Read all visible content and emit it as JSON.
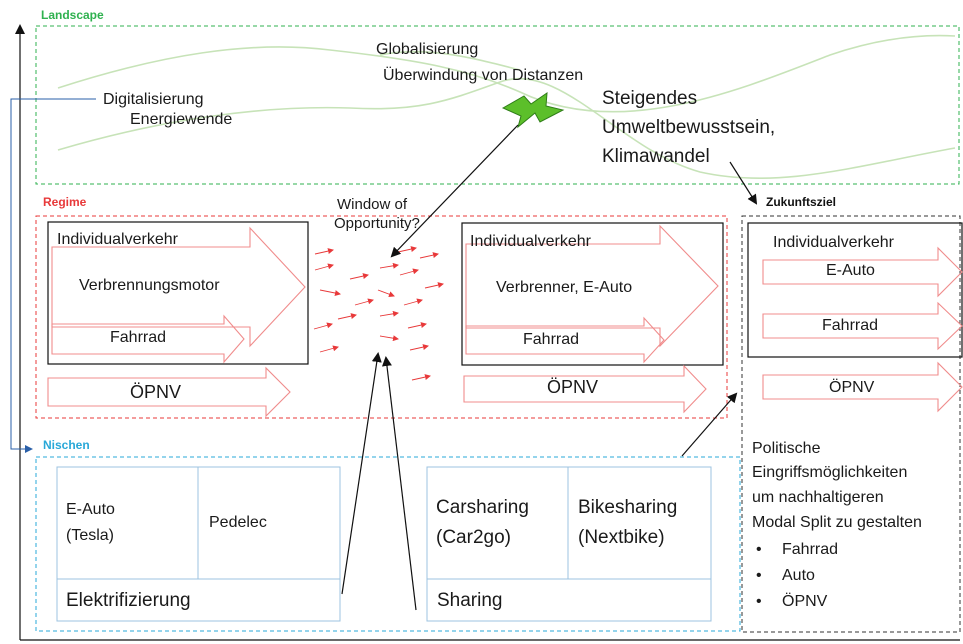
{
  "landscape": {
    "label": "Landscape",
    "texts": {
      "globalisierung": "Globalisierung",
      "ueberwindung": "Überwindung von Distanzen",
      "digitalisierung": "Digitalisierung",
      "energiewende": "Energiewende",
      "steigendes": "Steigendes",
      "umweltbewusstsein": "Umweltbewusstsein,",
      "klimawandel": "Klimawandel"
    }
  },
  "window_of_opportunity": {
    "line1": "Window of",
    "line2": "Opportunity?"
  },
  "regime": {
    "label": "Regime",
    "current": {
      "title": "Individualverkehr",
      "motor": "Verbrennungsmotor",
      "bike": "Fahrrad",
      "public": "ÖPNV"
    },
    "transition": {
      "title": "Individualverkehr",
      "motor": "Verbrenner,  E-Auto",
      "bike": "Fahrrad",
      "public": "ÖPNV"
    }
  },
  "zukunftsziel": {
    "label": "Zukunftsziel",
    "title": "Individualverkehr",
    "auto": "E-Auto",
    "bike": "Fahrrad",
    "public": "ÖPNV",
    "policy_lines": [
      "Politische",
      "Eingriffsmöglichkeiten",
      "um nachhaltigeren",
      "Modal Split zu gestalten"
    ],
    "bullets": [
      "Fahrrad",
      "Auto",
      "ÖPNV"
    ]
  },
  "nischen": {
    "label": "Nischen",
    "elektrifizierung": {
      "eauto_line1": "E-Auto",
      "eauto_line2": "(Tesla)",
      "pedelec": "Pedelec",
      "footer": "Elektrifizierung"
    },
    "sharing": {
      "carsharing_line1": "Carsharing",
      "carsharing_line2": "(Car2go)",
      "bikesharing_line1": "Bikesharing",
      "bikesharing_line2": "(Nextbike)",
      "footer": "Sharing"
    }
  },
  "colors": {
    "landscape": "#2fb14f",
    "regime": "#e8393a",
    "nischen": "#29a8d8",
    "arrow_outline": "#f08c8c",
    "lightning_fill": "#5cbf2a",
    "niche_border": "#9cc3e0"
  }
}
